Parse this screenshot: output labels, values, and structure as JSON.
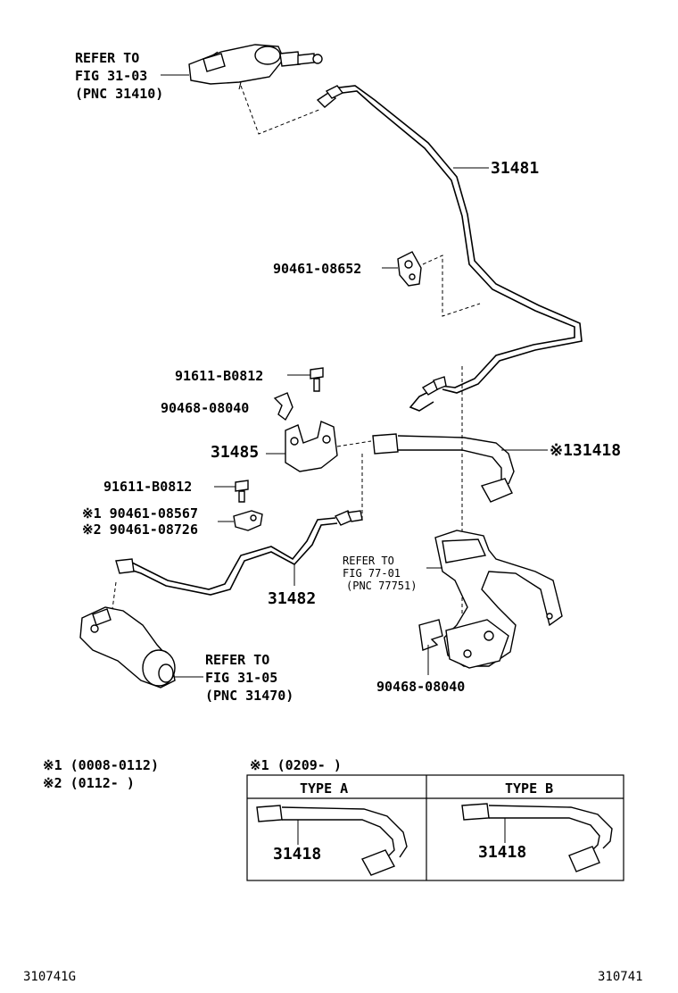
{
  "refs": {
    "fig_31_03": [
      "REFER TO",
      "FIG 31-03",
      "(PNC 31410)"
    ],
    "fig_77_01": [
      "REFER TO",
      "FIG 77-01",
      "(PNC 77751)"
    ],
    "fig_31_05": [
      "REFER TO",
      "FIG 31-05",
      "(PNC 31470)"
    ]
  },
  "parts": {
    "p31481": "31481",
    "p90461_08652": "90461-08652",
    "p91611_b0812_a": "91611-B0812",
    "p90468_08040_a": "90468-08040",
    "p31485": "31485",
    "p31418": "※131418",
    "p91611_b0812_b": "91611-B0812",
    "p90461_08567": "※1 90461-08567",
    "p90461_08726": "※2 90461-08726",
    "p31482": "31482",
    "p90468_08040_b": "90468-08040"
  },
  "notes": {
    "n1": "※1 (0008-0112)",
    "n2": "※2 (0112-       )",
    "n3": "※1 (0209-       )"
  },
  "table": {
    "type_a": "TYPE A",
    "type_b": "TYPE B",
    "part_a": "31418",
    "part_b": "31418"
  },
  "footer": {
    "left_code": "310741G",
    "right_code": "310741"
  }
}
